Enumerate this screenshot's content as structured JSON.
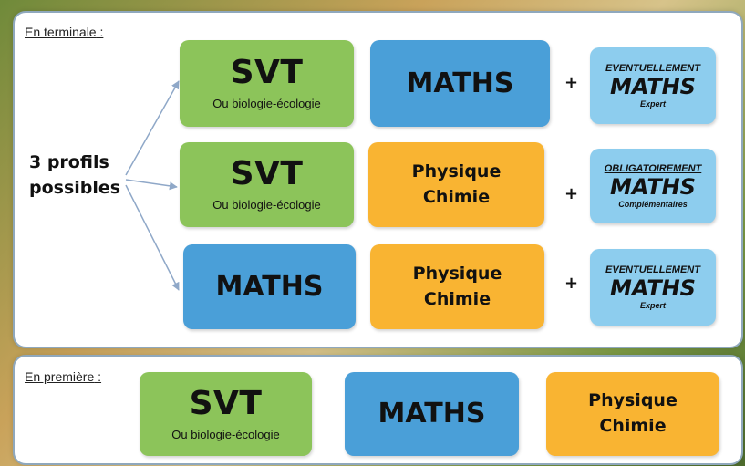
{
  "terminale": {
    "section_label": "En terminale",
    "section_colon": ":",
    "profiles_line1": "3 profils",
    "profiles_line2": "possibles",
    "rows": [
      {
        "box1": {
          "title": "SVT",
          "subtitle": "Ou biologie-écologie"
        },
        "box2": {
          "title": "MATHS"
        },
        "plus": "+",
        "option": {
          "top": "EVENTUELLEMENT",
          "main": "MATHS",
          "bottom": "Expert"
        }
      },
      {
        "box1": {
          "title": "SVT",
          "subtitle": "Ou biologie-écologie"
        },
        "box2": {
          "line1": "Physique",
          "line2": "Chimie"
        },
        "plus": "+",
        "option": {
          "top": "OBLIGATOIREMENT",
          "main": "MATHS",
          "bottom": "Complémentaires"
        }
      },
      {
        "box1": {
          "title": "MATHS"
        },
        "box2": {
          "line1": "Physique",
          "line2": "Chimie"
        },
        "plus": "+",
        "option": {
          "top": "EVENTUELLEMENT",
          "main": "MATHS",
          "bottom": "Expert"
        }
      }
    ]
  },
  "premiere": {
    "section_label": "En première",
    "section_colon": ":",
    "box1": {
      "title": "SVT",
      "subtitle": "Ou biologie-écologie"
    },
    "box2": {
      "title": "MATHS"
    },
    "box3": {
      "line1": "Physique",
      "line2": "Chimie"
    }
  },
  "colors": {
    "green": "#8cc45a",
    "blue": "#4a9fd8",
    "orange": "#f9b432",
    "light_blue": "#8dcdee",
    "arrow": "#8fa8c8"
  }
}
